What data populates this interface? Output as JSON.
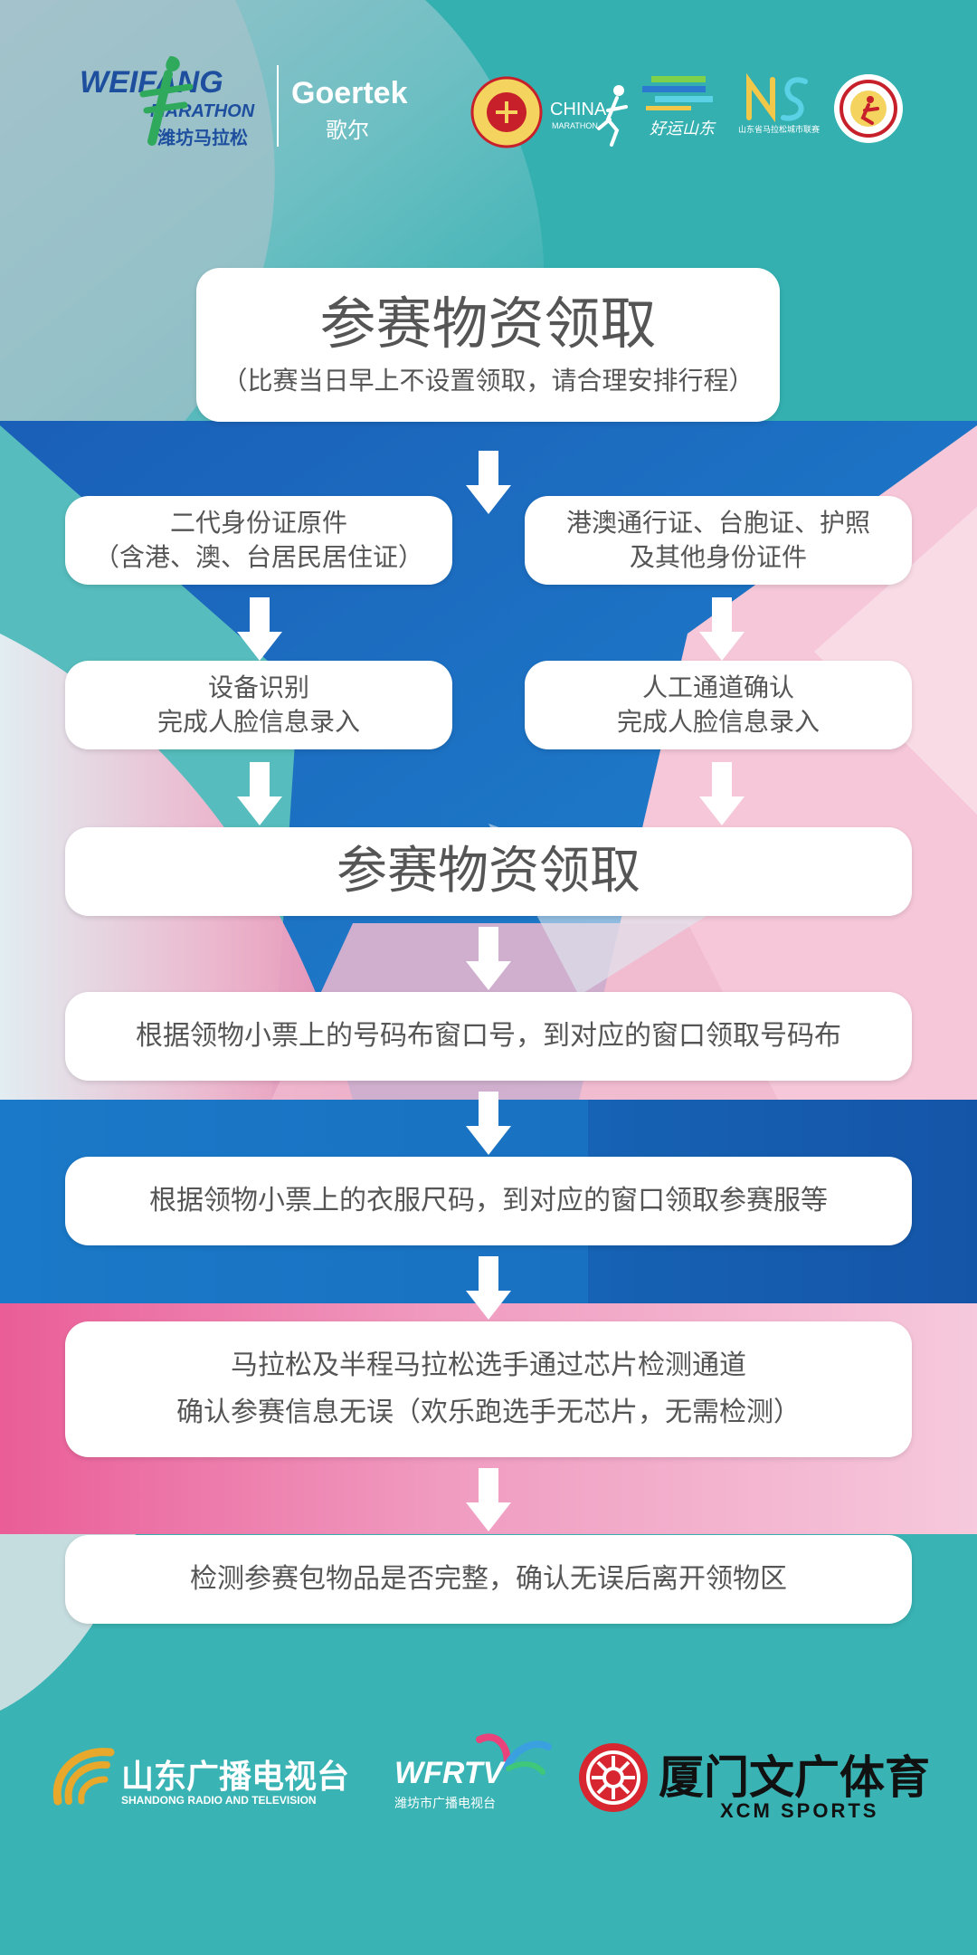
{
  "header": {
    "logo_weifang_top": "WEIFANG",
    "logo_weifang_sub": "MARATHON",
    "logo_weifang_cn": "潍坊马拉松",
    "logo_goertek_en": "Goertek",
    "logo_goertek_cn": "歌尔",
    "logo_china_marathon": "CHINA",
    "logo_china_marathon_sub": "MARATHON",
    "logo_haoyun_cn": "好运山东",
    "logo_sd_city_league": "山东省马拉松城市联赛"
  },
  "title_card": {
    "title": "参赛物资领取",
    "subtitle": "（比赛当日早上不设置领取，请合理安排行程）"
  },
  "left_branch": {
    "id_box_line1": "二代身份证原件",
    "id_box_line2": "（含港、澳、台居民居住证）",
    "verify_line1": "设备识别",
    "verify_line2": "完成人脸信息录入"
  },
  "right_branch": {
    "id_box_line1": "港澳通行证、台胞证、护照",
    "id_box_line2": "及其他身份证件",
    "verify_line1": "人工通道确认",
    "verify_line2": "完成人脸信息录入"
  },
  "steps": {
    "collect_title": "参赛物资领取",
    "bib_step": "根据领物小票上的号码布窗口号，到对应的窗口领取号码布",
    "shirt_step": "根据领物小票上的衣服尺码，到对应的窗口领取参赛服等",
    "chip_line1": "马拉松及半程马拉松选手通过芯片检测通道",
    "chip_line2": "确认参赛信息无误（欢乐跑选手无芯片，无需检测）",
    "check_step": "检测参赛包物品是否完整，确认无误后离开领物区"
  },
  "footer": {
    "sdtv_cn": "山东广播电视台",
    "sdtv_en": "SHANDONG RADIO AND TELEVISION",
    "wfrtv_en": "WFRTV",
    "wfrtv_cn": "潍坊市广播电视台",
    "xcm_cn": "厦门文广体育",
    "xcm_en": "XCM SPORTS"
  },
  "colors": {
    "teal": "#39b3b4",
    "blue": "#1f6fc4",
    "pink": "#e9659a",
    "card_text": "#555555"
  }
}
